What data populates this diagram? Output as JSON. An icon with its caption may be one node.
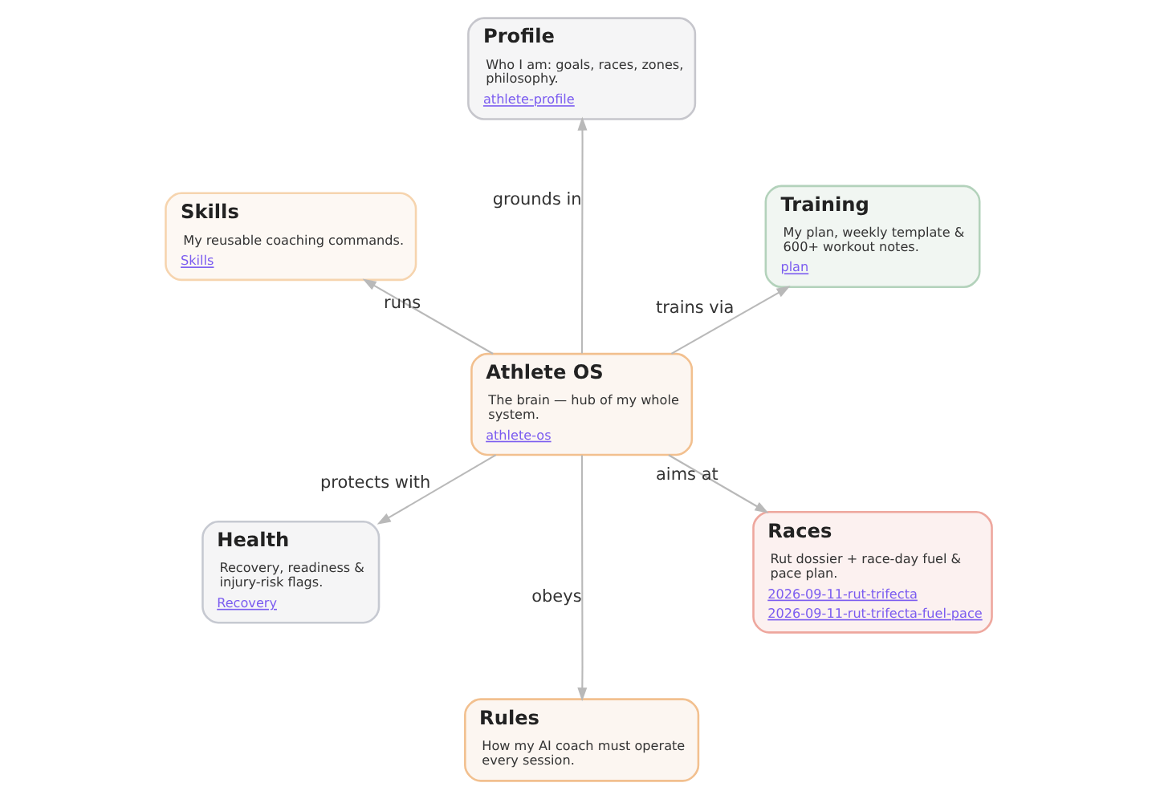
{
  "diagram": {
    "nodes": [
      {
        "text": [
          "Profile",
          "Who I am: goals, races, zones, philosophy.",
          "athlete-profile"
        ]
      },
      {
        "text": [
          "Skills",
          "My reusable coaching commands.",
          "Skills"
        ]
      },
      {
        "text": [
          "Training",
          "My plan, weekly template & 600+ workout notes.",
          "plan"
        ]
      },
      {
        "text": [
          "Athlete OS",
          "The brain — hub of my whole system.",
          "athlete-os"
        ]
      },
      {
        "text": [
          "Health",
          "Recovery, readiness & injury-risk flags.",
          "Recovery"
        ]
      },
      {
        "text": [
          "Races",
          "Rut dossier + race-day fuel & pace plan.",
          "2026-09-11-rut-trifecta",
          "2026-09-11-rut-trifecta-fuel-pace"
        ]
      },
      {
        "text": [
          "Rules",
          "How my AI coach must operate every session."
        ]
      }
    ],
    "edges": [
      {
        "from": 3,
        "to": 0,
        "arrow": "to",
        "label": "grounds in"
      },
      {
        "from": 3,
        "to": 1,
        "arrow": "to",
        "label": "runs"
      },
      {
        "from": 3,
        "to": 2,
        "arrow": "to",
        "label": "trains via"
      },
      {
        "from": 3,
        "to": 4,
        "arrow": "to",
        "label": "protects with"
      },
      {
        "from": 3,
        "to": 5,
        "arrow": "to",
        "label": "aims at"
      },
      {
        "from": 3,
        "to": 6,
        "arrow": "to",
        "label": "obeys"
      }
    ]
  }
}
